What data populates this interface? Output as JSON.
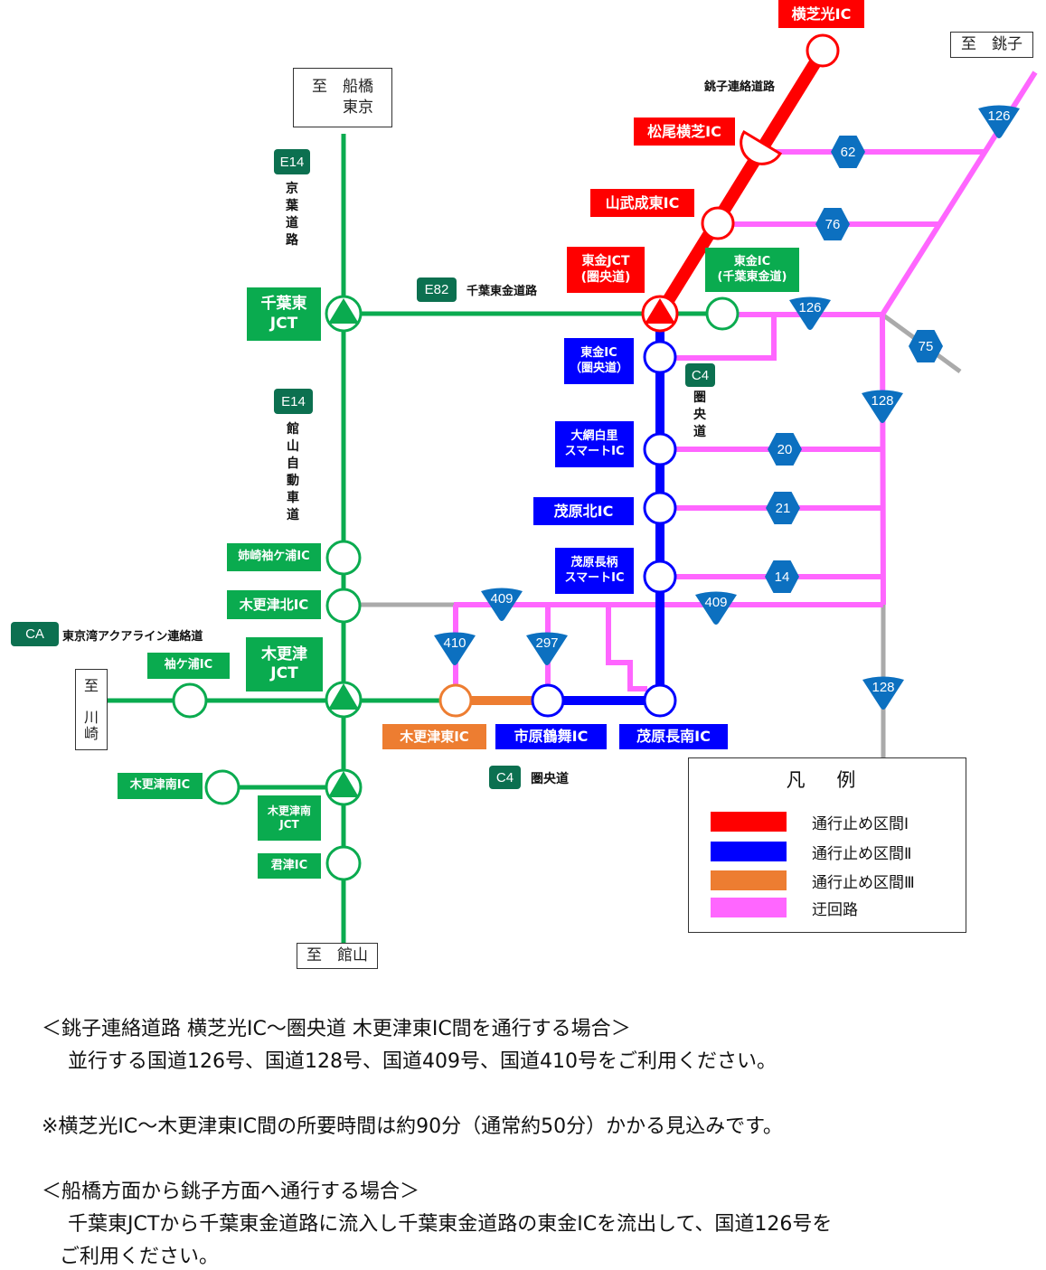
{
  "colors": {
    "closure_1": "#ff0000",
    "closure_2": "#0000ff",
    "closure_3": "#ed7d31",
    "detour": "#ff66ff",
    "expressway": "#0aab4f",
    "other_road": "#aaaaaa",
    "route_shield": "#0c70c0",
    "route_badge": "#0c7050"
  },
  "destinations": {
    "funabashi": "至　船橋\n　　東京",
    "choshi": "至　銚子",
    "kawasaki": "至\n\n川\n崎",
    "tateyama": "至　館山"
  },
  "roads": {
    "keiyo": {
      "badge": "E14",
      "name": "京葉道路"
    },
    "tateyama_exp": {
      "badge": "E14",
      "name": "館山自動車道"
    },
    "chiba_togane": {
      "badge": "E82",
      "name": "千葉東金道路"
    },
    "aqualine": {
      "badge": "CA",
      "name": "東京湾アクアライン連絡道"
    },
    "kenodo_a": {
      "badge": "C4",
      "name": "圏央道"
    },
    "kenodo_b": {
      "badge": "C4",
      "name": "圏央道"
    },
    "choshi_link": {
      "name": "銚子連絡道路"
    }
  },
  "interchanges": {
    "yokoshibahikari": "横芝光IC",
    "matsuo_yokoshiba": "松尾横芝IC",
    "sanmu_naruto": "山武成東IC",
    "togane_jct": "東金JCT\n(圏央道)",
    "togane_ic_chiba": "東金IC\n(千葉東金道)",
    "togane_ic_ken": "東金IC\n（圏央道）",
    "oamishirasato": "大網白里\nスマートIC",
    "mobara_kita": "茂原北IC",
    "mobara_nagara": "茂原長柄\nスマートIC",
    "mobara_chonan": "茂原長南IC",
    "ichihara_tsurumai": "市原鶴舞IC",
    "kisarazu_higashi": "木更津東IC",
    "chiba_higashi_jct": "千葉東\nJCT",
    "anesaki_sodegaura": "姉崎袖ケ浦IC",
    "kisarazu_kita": "木更津北IC",
    "kisarazu_jct": "木更津\nJCT",
    "sodegaura": "袖ケ浦IC",
    "kisarazu_minami": "木更津南IC",
    "kisarazu_minami_jct": "木更津南\nJCT",
    "kimitsu": "君津IC"
  },
  "national_routes": [
    "126",
    "62",
    "76",
    "126",
    "75",
    "128",
    "20",
    "21",
    "14",
    "409",
    "409",
    "410",
    "297",
    "128"
  ],
  "legend": {
    "title": "凡 例",
    "items": [
      {
        "label": "通行止め区間Ⅰ",
        "color": "#ff0000"
      },
      {
        "label": "通行止め区間Ⅱ",
        "color": "#0000ff"
      },
      {
        "label": "通行止め区間Ⅲ",
        "color": "#ed7d31"
      },
      {
        "label": "迂回路",
        "color": "#ff66ff"
      }
    ]
  },
  "notes": {
    "heading_1": "＜銚子連絡道路 横芝光IC～圏央道 木更津東IC間を通行する場合＞",
    "body_1": "　 並行する国道126号、国道128号、国道409号、国道410号をご利用ください。",
    "remark": "※横芝光IC～木更津東IC間の所要時間は約90分（通常約50分）かかる見込みです。",
    "heading_2": "＜船橋方面から銚子方面へ通行する場合＞",
    "body_2_line1": "　 千葉東JCTから千葉東金道路に流入し千葉東金道路の東金ICを流出して、国道126号を",
    "body_2_line2": "ご利用ください。"
  }
}
